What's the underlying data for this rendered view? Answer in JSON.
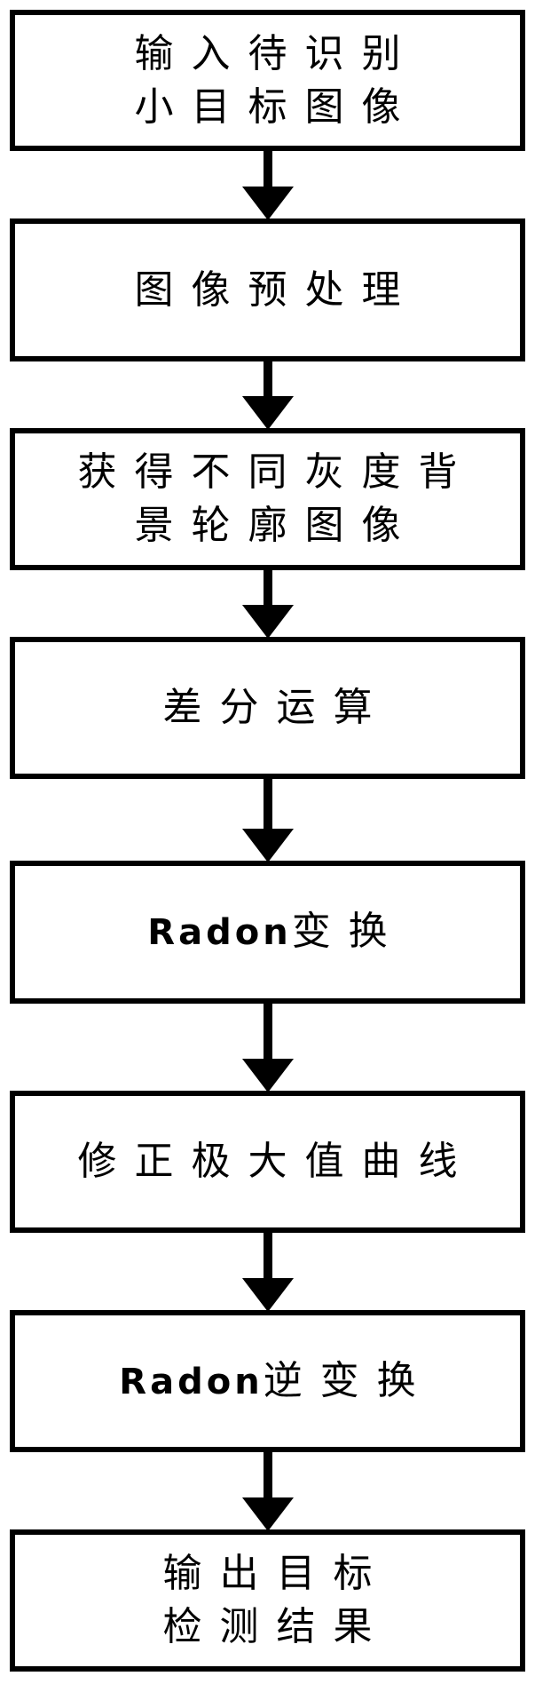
{
  "diagram": {
    "type": "flowchart",
    "direction": "top-to-bottom",
    "colors": {
      "stroke": "#000000",
      "fill": "#ffffff",
      "text": "#000000"
    },
    "steps": [
      {
        "id": "input",
        "lines": [
          "输入待识别",
          "小目标图像"
        ]
      },
      {
        "id": "preprocess",
        "lines": [
          "图像预处理"
        ]
      },
      {
        "id": "contour",
        "lines": [
          "获得不同灰度背",
          "景轮廓图像"
        ]
      },
      {
        "id": "difference",
        "lines": [
          "差分运算"
        ]
      },
      {
        "id": "radon",
        "lines": [],
        "latin": "Radon",
        "cjk": "变换"
      },
      {
        "id": "correct-maxima",
        "lines": [
          "修正极大值曲线"
        ]
      },
      {
        "id": "inverse-radon",
        "lines": [],
        "latin": "Radon",
        "cjk": "逆变换"
      },
      {
        "id": "output",
        "lines": [
          "输出目标",
          "检测结果"
        ]
      }
    ],
    "edges": [
      {
        "from": "input",
        "to": "preprocess"
      },
      {
        "from": "preprocess",
        "to": "contour"
      },
      {
        "from": "contour",
        "to": "difference"
      },
      {
        "from": "difference",
        "to": "radon"
      },
      {
        "from": "radon",
        "to": "correct-maxima"
      },
      {
        "from": "correct-maxima",
        "to": "inverse-radon"
      },
      {
        "from": "inverse-radon",
        "to": "output"
      }
    ]
  }
}
